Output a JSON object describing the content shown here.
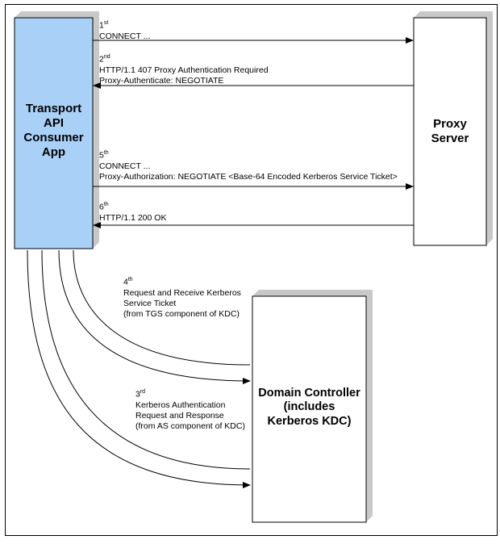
{
  "colors": {
    "app_box_fill": "#a9d1f7",
    "server_box_fill": "#ffffff",
    "shadow": "#c8c8c8",
    "line": "#000000"
  },
  "boxes": {
    "app": {
      "line1": "Transport",
      "line2": "API",
      "line3": "Consumer",
      "line4": "App"
    },
    "proxy": {
      "line1": "Proxy",
      "line2": "Server"
    },
    "dc": {
      "line1": "Domain Controller",
      "line2": "(includes",
      "line3": "Kerberos KDC)"
    }
  },
  "messages": {
    "m1": {
      "num": "1",
      "suffix": "st",
      "lines": [
        "CONNECT ..."
      ]
    },
    "m2": {
      "num": "2",
      "suffix": "nd",
      "lines": [
        "HTTP/1.1 407 Proxy Authentication Required",
        "Proxy-Authenticate:  NEGOTIATE"
      ]
    },
    "m5": {
      "num": "5",
      "suffix": "th",
      "lines": [
        "CONNECT ...",
        "Proxy-Authorization: NEGOTIATE <Base-64 Encoded Kerberos Service Ticket>"
      ]
    },
    "m6": {
      "num": "6",
      "suffix": "th",
      "lines": [
        "HTTP/1.1 200 OK"
      ]
    },
    "m4": {
      "num": "4",
      "suffix": "th",
      "lines": [
        "Request and Receive Kerberos",
        "Service Ticket",
        "(from TGS component of KDC)"
      ]
    },
    "m3": {
      "num": "3",
      "suffix": "rd",
      "lines": [
        "Kerberos Authentication",
        "Request and Response",
        "(from AS component of KDC)"
      ]
    }
  }
}
